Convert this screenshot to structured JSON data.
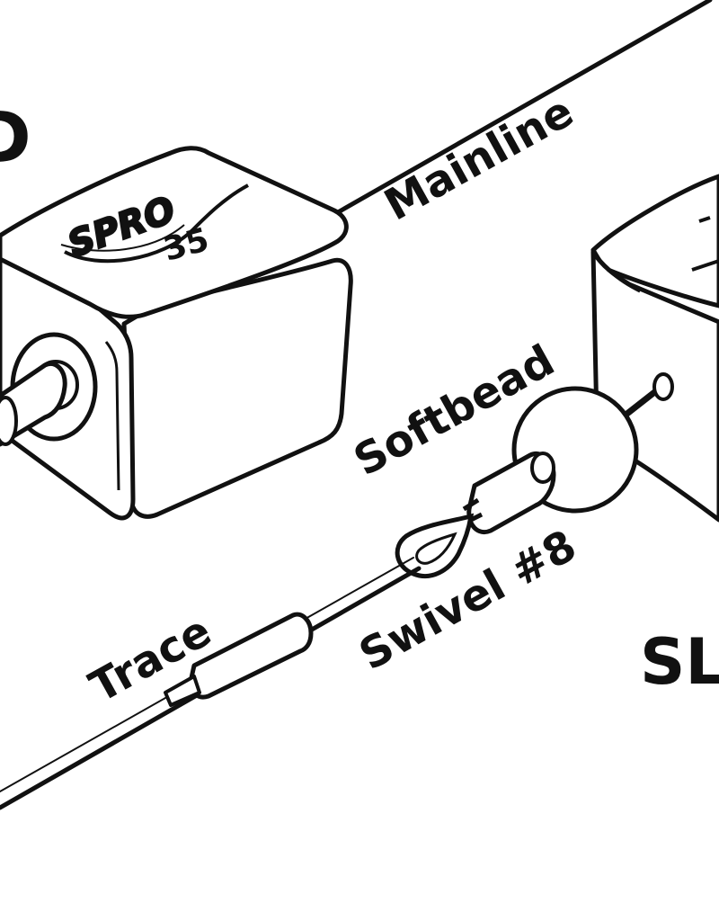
{
  "labels": {
    "left_partial_letter": "D",
    "mainline": "Mainline",
    "softbead": "Softbead",
    "swivel": "Swivel #8",
    "trace": "Trace",
    "right_partial_text": "SL"
  },
  "float_left": {
    "brand_logo": "SPRO",
    "size_number": "35"
  },
  "colors": {
    "line": "#111111",
    "fill": "#ffffff"
  }
}
